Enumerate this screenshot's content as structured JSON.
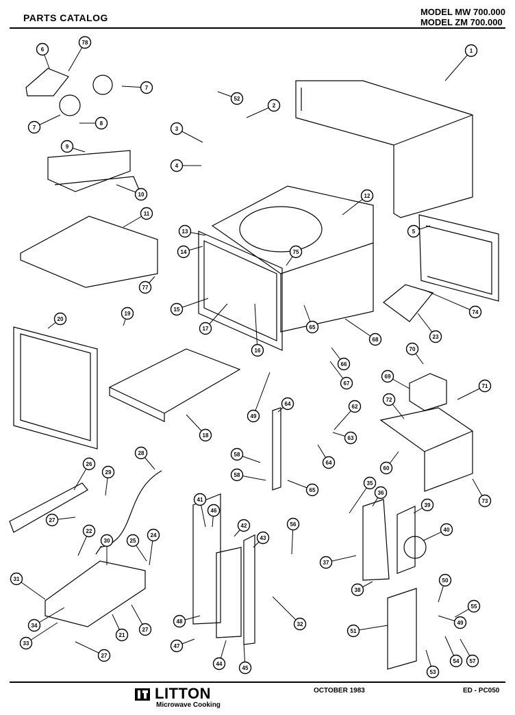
{
  "header": {
    "catalog_title": "PARTS CATALOG",
    "model_line_1": "MODEL MW 700.000",
    "model_line_2": "MODEL ZM 700.000"
  },
  "footer": {
    "brand": "LITTON",
    "brand_tagline": "Microwave Cooking",
    "date": "OCTOBER 1983",
    "code": "ED - PC050"
  },
  "callouts": [
    {
      "label": "6"
    },
    {
      "label": "78"
    },
    {
      "label": "7"
    },
    {
      "label": "7"
    },
    {
      "label": "8"
    },
    {
      "label": "52"
    },
    {
      "label": "2"
    },
    {
      "label": "3"
    },
    {
      "label": "4"
    },
    {
      "label": "1"
    },
    {
      "label": "9"
    },
    {
      "label": "10"
    },
    {
      "label": "11"
    },
    {
      "label": "13"
    },
    {
      "label": "14"
    },
    {
      "label": "12"
    },
    {
      "label": "75"
    },
    {
      "label": "5"
    },
    {
      "label": "77"
    },
    {
      "label": "15"
    },
    {
      "label": "17"
    },
    {
      "label": "16"
    },
    {
      "label": "65"
    },
    {
      "label": "68"
    },
    {
      "label": "23"
    },
    {
      "label": "74"
    },
    {
      "label": "20"
    },
    {
      "label": "19"
    },
    {
      "label": "18"
    },
    {
      "label": "66"
    },
    {
      "label": "67"
    },
    {
      "label": "49"
    },
    {
      "label": "70"
    },
    {
      "label": "69"
    },
    {
      "label": "71"
    },
    {
      "label": "72"
    },
    {
      "label": "64"
    },
    {
      "label": "62"
    },
    {
      "label": "63"
    },
    {
      "label": "64"
    },
    {
      "label": "58"
    },
    {
      "label": "60"
    },
    {
      "label": "73"
    },
    {
      "label": "58"
    },
    {
      "label": "26"
    },
    {
      "label": "28"
    },
    {
      "label": "29"
    },
    {
      "label": "65"
    },
    {
      "label": "27"
    },
    {
      "label": "41"
    },
    {
      "label": "46"
    },
    {
      "label": "35"
    },
    {
      "label": "36"
    },
    {
      "label": "39"
    },
    {
      "label": "42"
    },
    {
      "label": "43"
    },
    {
      "label": "22"
    },
    {
      "label": "30"
    },
    {
      "label": "25"
    },
    {
      "label": "24"
    },
    {
      "label": "56"
    },
    {
      "label": "40"
    },
    {
      "label": "37"
    },
    {
      "label": "31"
    },
    {
      "label": "38"
    },
    {
      "label": "34"
    },
    {
      "label": "33"
    },
    {
      "label": "21"
    },
    {
      "label": "27"
    },
    {
      "label": "32"
    },
    {
      "label": "50"
    },
    {
      "label": "48"
    },
    {
      "label": "51"
    },
    {
      "label": "55"
    },
    {
      "label": "49"
    },
    {
      "label": "47"
    },
    {
      "label": "44"
    },
    {
      "label": "45"
    },
    {
      "label": "27"
    },
    {
      "label": "53"
    },
    {
      "label": "54"
    },
    {
      "label": "57"
    }
  ]
}
